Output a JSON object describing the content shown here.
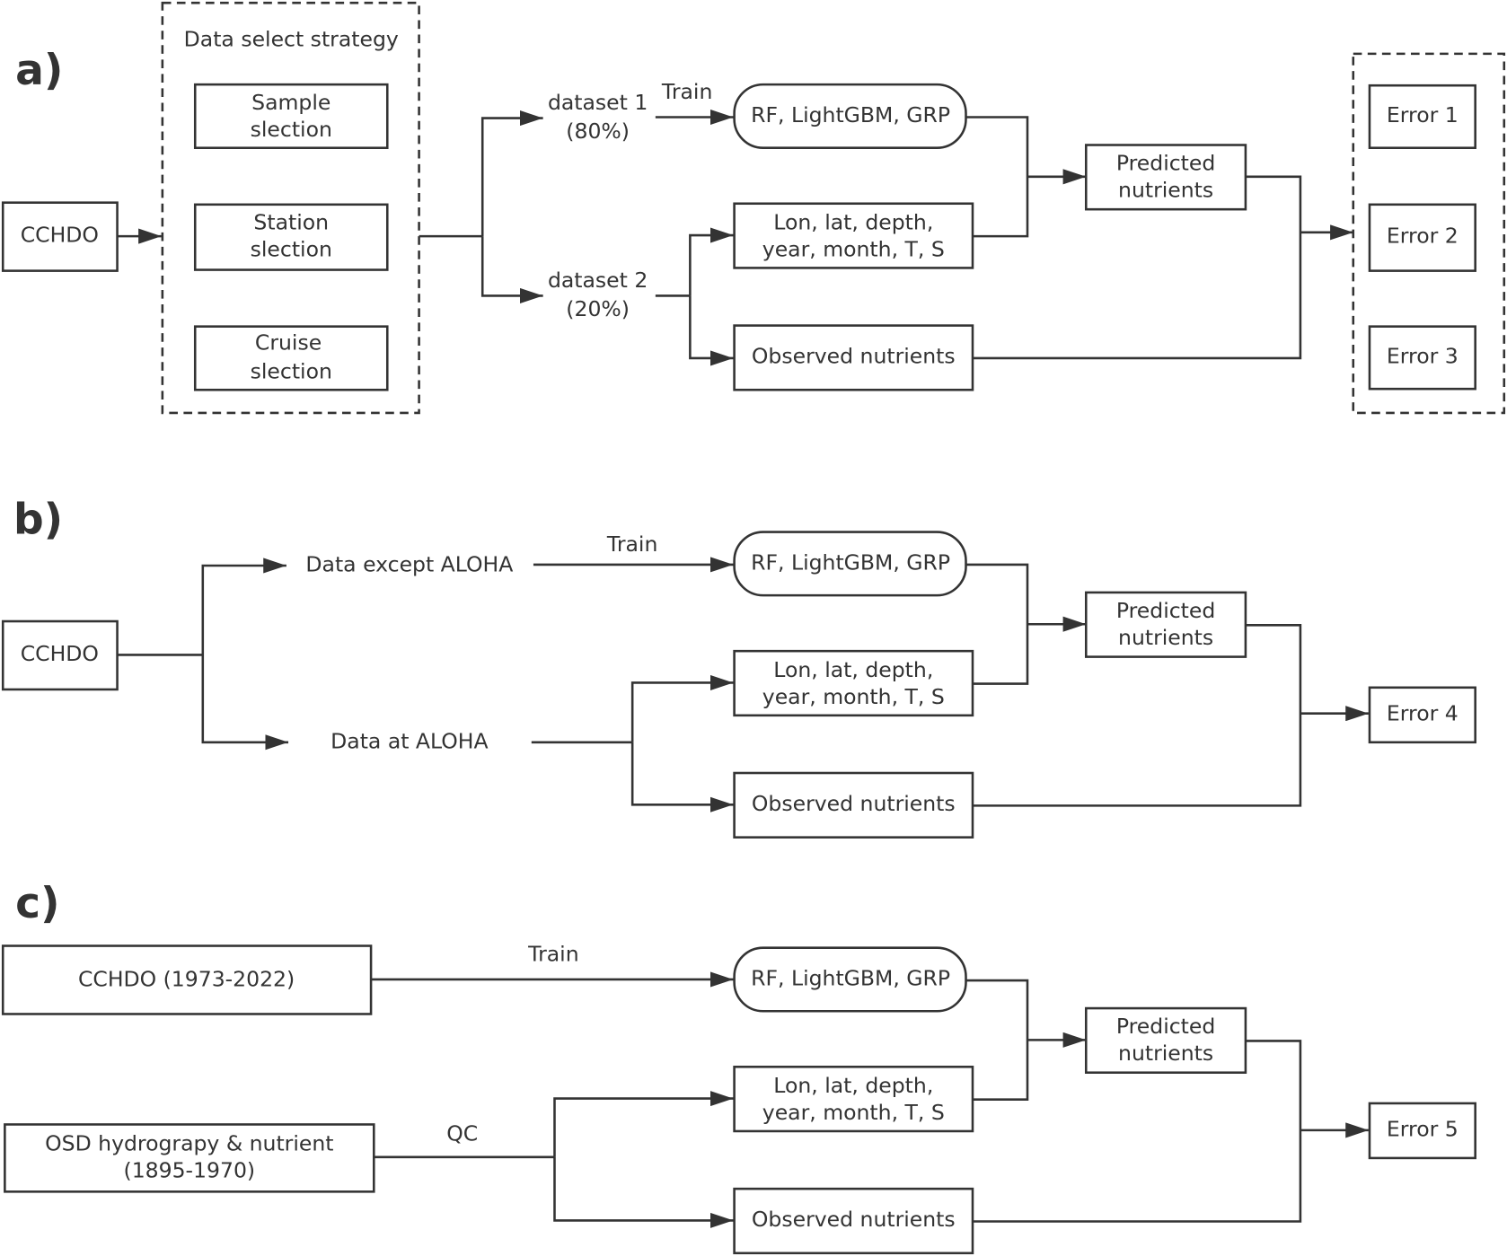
{
  "panels": {
    "a": {
      "label": "a)",
      "source": "CCHDO",
      "strategy_title": "Data select strategy",
      "strategies": [
        [
          "Sample",
          "slection"
        ],
        [
          "Station",
          "slection"
        ],
        [
          "Cruise",
          "slection"
        ]
      ],
      "dataset1": [
        "dataset 1",
        "(80%)"
      ],
      "dataset2": [
        "dataset 2",
        "(20%)"
      ],
      "train_label": "Train",
      "models": "RF, LightGBM, GRP",
      "features": [
        "Lon, lat, depth,",
        "year, month, T, S"
      ],
      "observed": "Observed nutrients",
      "predicted": [
        "Predicted",
        "nutrients"
      ],
      "errors": [
        "Error 1",
        "Error 2",
        "Error 3"
      ]
    },
    "b": {
      "label": "b)",
      "source": "CCHDO",
      "split_train": "Data except ALOHA",
      "split_test": "Data at ALOHA",
      "train_label": "Train",
      "models": "RF, LightGBM, GRP",
      "features": [
        "Lon, lat, depth,",
        "year, month, T, S"
      ],
      "observed": "Observed nutrients",
      "predicted": [
        "Predicted",
        "nutrients"
      ],
      "error": "Error 4"
    },
    "c": {
      "label": "c)",
      "train_source": "CCHDO (1973-2022)",
      "test_source": [
        "OSD hydrograpy & nutrient",
        "(1895-1970)"
      ],
      "train_label": "Train",
      "qc_label": "QC",
      "models": "RF, LightGBM, GRP",
      "features": [
        "Lon, lat, depth,",
        "year, month, T, S"
      ],
      "observed": "Observed nutrients",
      "predicted": [
        "Predicted",
        "nutrients"
      ],
      "error": "Error 5"
    }
  }
}
